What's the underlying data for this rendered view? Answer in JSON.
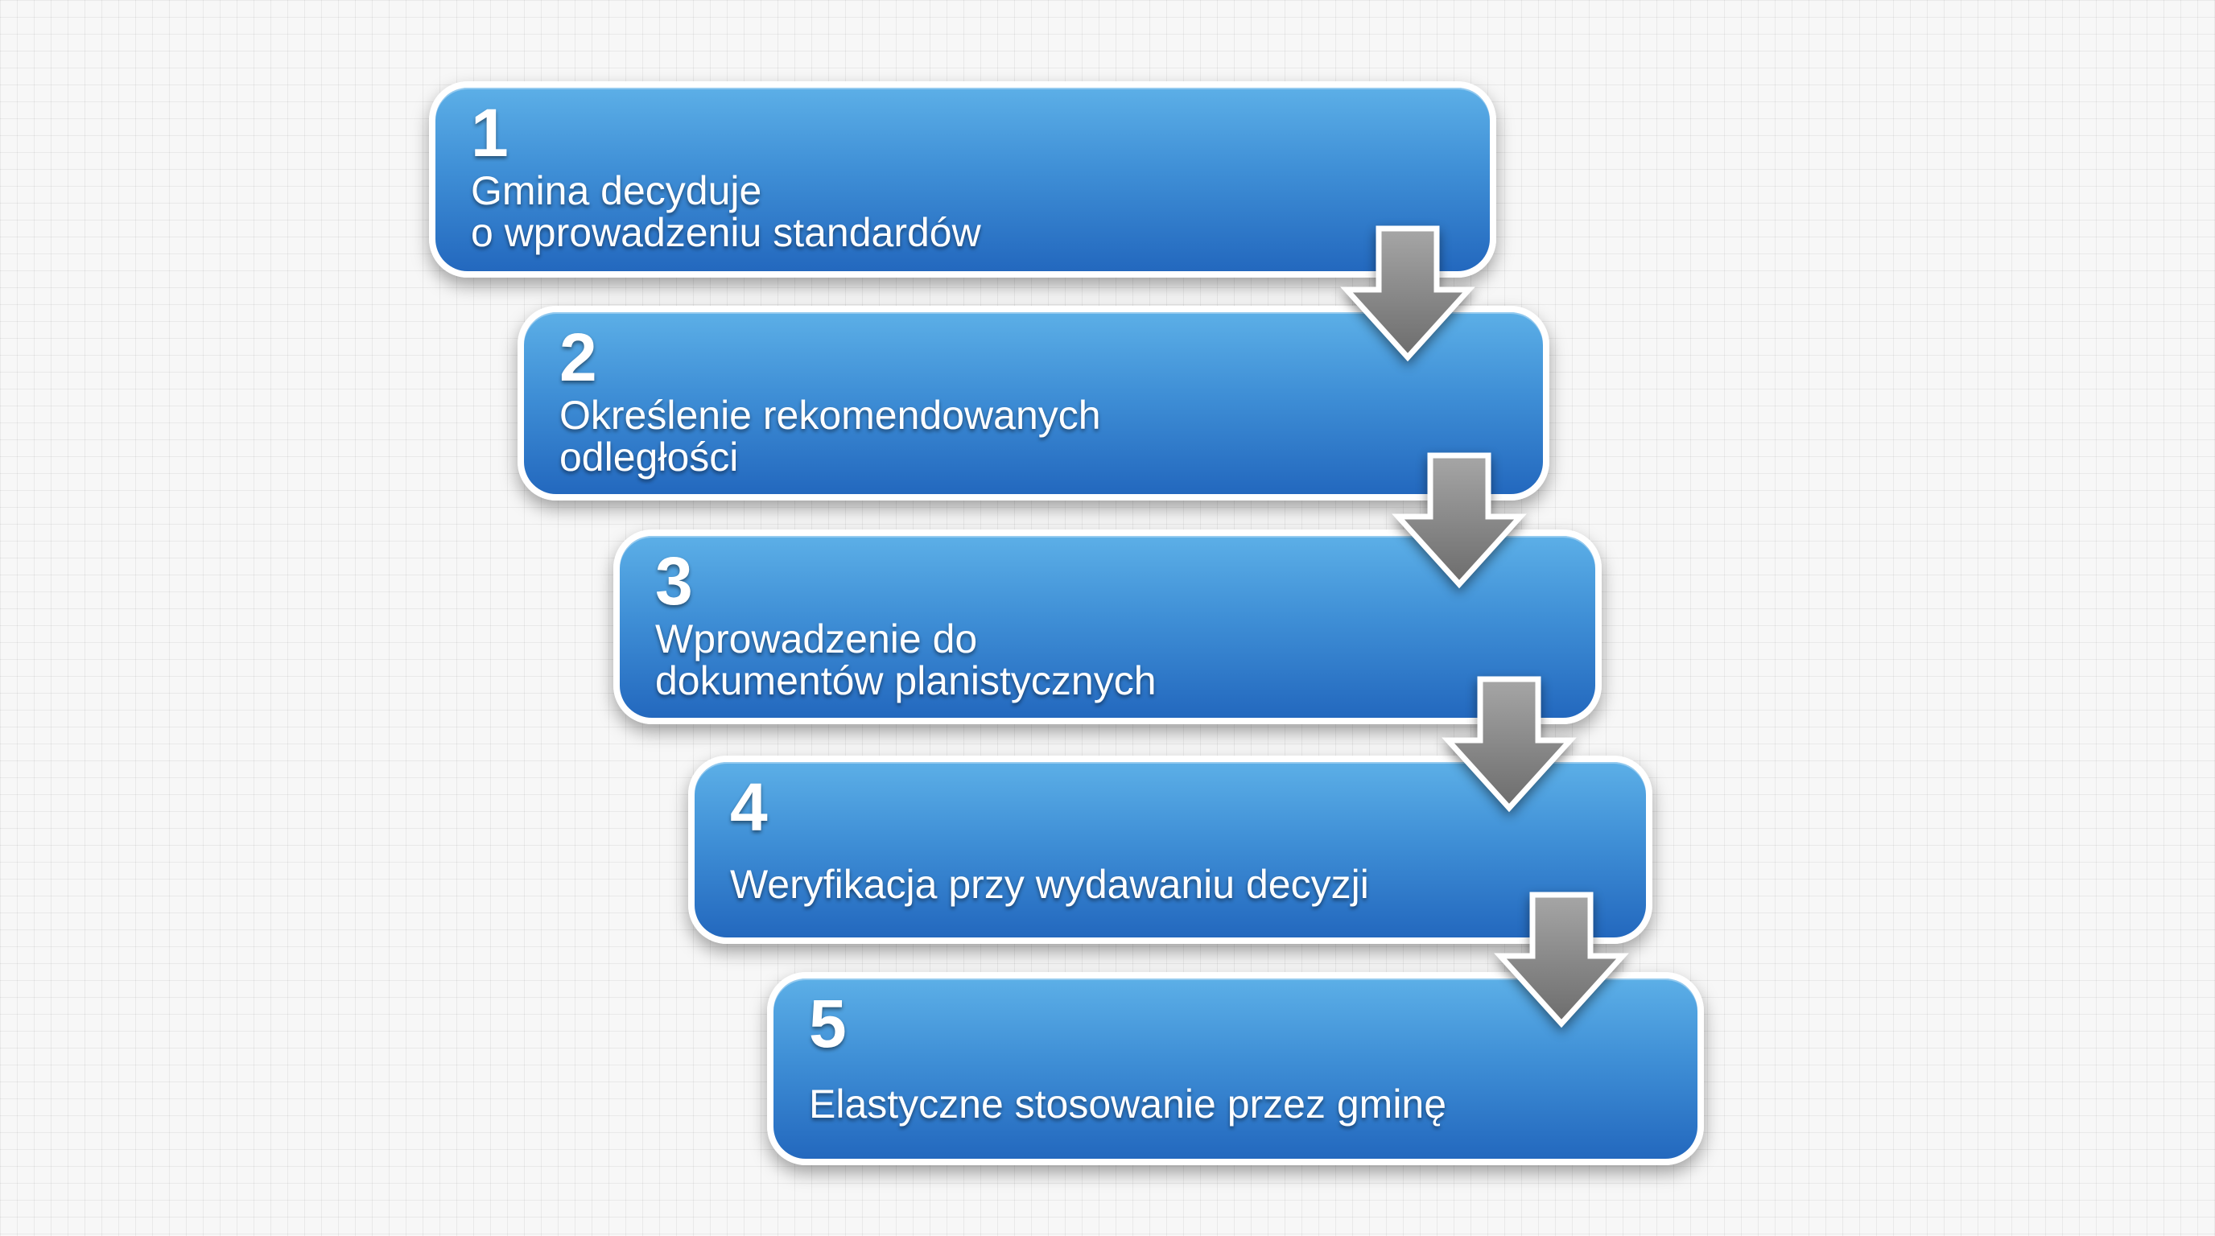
{
  "steps": [
    {
      "number": "1",
      "lines": [
        "Gmina decyduje",
        "o wprowadzeniu standardów"
      ]
    },
    {
      "number": "2",
      "lines": [
        "Określenie rekomendowanych",
        "odległości"
      ]
    },
    {
      "number": "3",
      "lines": [
        "Wprowadzenie do",
        "dokumentów planistycznych"
      ]
    },
    {
      "number": "4",
      "lines": [
        "Weryfikacja przy wydawaniu decyzji"
      ]
    },
    {
      "number": "5",
      "lines": [
        "Elastyczne stosowanie przez gminę"
      ]
    }
  ],
  "colors": {
    "box_top": "#5cafe7",
    "box_bottom": "#2368be",
    "box_border": "#ffffff",
    "arrow_fill": "#8c8c8c",
    "text": "#ffffff"
  },
  "icons": {
    "connector": "down-arrow-icon"
  }
}
